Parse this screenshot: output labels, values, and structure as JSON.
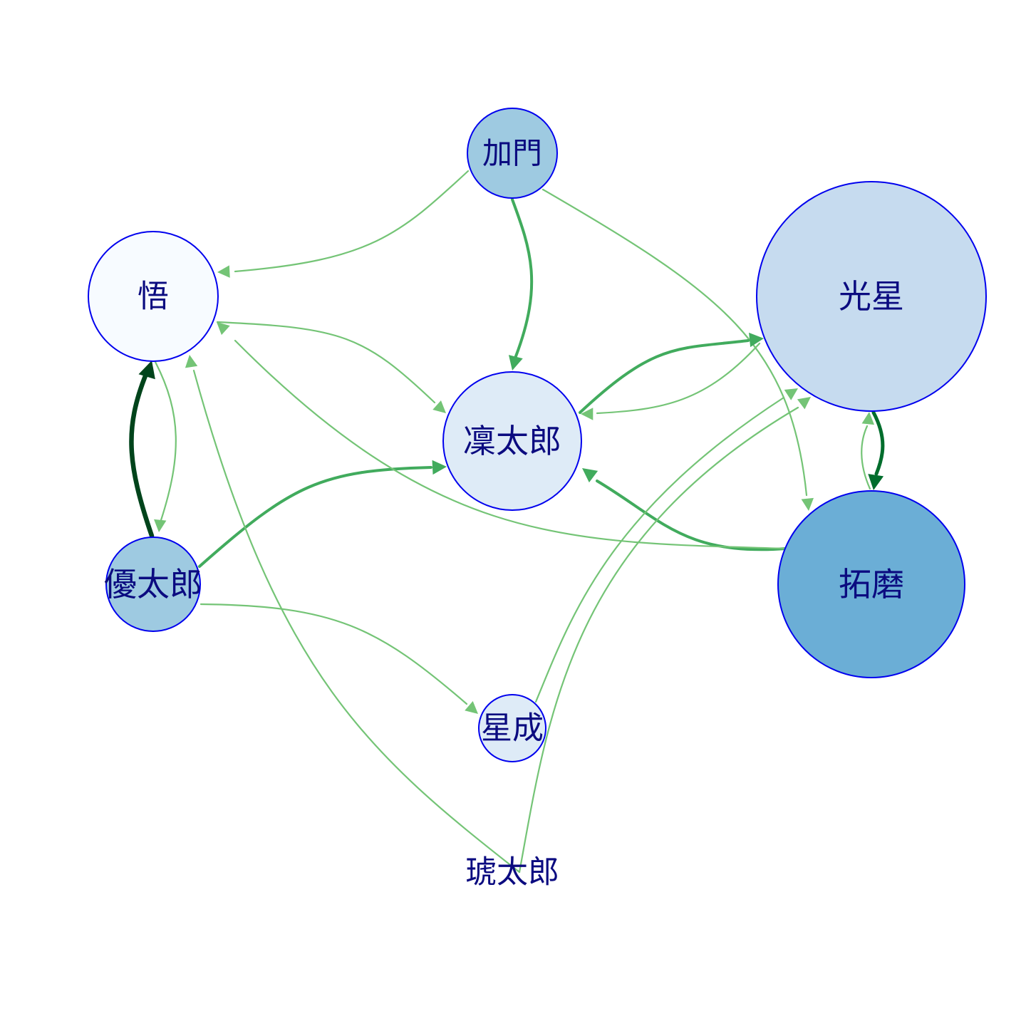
{
  "graph": {
    "nodes": [
      {
        "id": "kamon",
        "label": "加門",
        "fill": "#9ecae1"
      },
      {
        "id": "satoru",
        "label": "悟",
        "fill": "#f7fbff"
      },
      {
        "id": "koboshi",
        "label": "光星",
        "fill": "#c6dbef"
      },
      {
        "id": "rintaro",
        "label": "凜太郎",
        "fill": "#deebf7"
      },
      {
        "id": "yutaro",
        "label": "優太郎",
        "fill": "#9ecae1"
      },
      {
        "id": "takuma",
        "label": "拓磨",
        "fill": "#6baed6"
      },
      {
        "id": "seina",
        "label": "星成",
        "fill": "#deebf7"
      },
      {
        "id": "kotaro",
        "label": "琥太郎",
        "fill": "none"
      }
    ],
    "edges": [
      {
        "from": "kamon",
        "to": "satoru",
        "weight": 1,
        "color": "#74c476"
      },
      {
        "from": "kamon",
        "to": "rintaro",
        "weight": 2,
        "color": "#41ab5d"
      },
      {
        "from": "kamon",
        "to": "takuma",
        "weight": 1,
        "color": "#74c476"
      },
      {
        "from": "satoru",
        "to": "rintaro",
        "weight": 1,
        "color": "#74c476"
      },
      {
        "from": "satoru",
        "to": "yutaro",
        "weight": 1,
        "color": "#74c476"
      },
      {
        "from": "yutaro",
        "to": "satoru",
        "weight": 4,
        "color": "#00441b"
      },
      {
        "from": "yutaro",
        "to": "rintaro",
        "weight": 2,
        "color": "#41ab5d"
      },
      {
        "from": "yutaro",
        "to": "seina",
        "weight": 1,
        "color": "#74c476"
      },
      {
        "from": "rintaro",
        "to": "koboshi",
        "weight": 2,
        "color": "#41ab5d"
      },
      {
        "from": "koboshi",
        "to": "rintaro",
        "weight": 1,
        "color": "#74c476"
      },
      {
        "from": "koboshi",
        "to": "takuma",
        "weight": 3,
        "color": "#006d2c"
      },
      {
        "from": "takuma",
        "to": "koboshi",
        "weight": 1,
        "color": "#74c476"
      },
      {
        "from": "takuma",
        "to": "rintaro",
        "weight": 2,
        "color": "#41ab5d"
      },
      {
        "from": "takuma",
        "to": "satoru",
        "weight": 1,
        "color": "#74c476"
      },
      {
        "from": "seina",
        "to": "koboshi",
        "weight": 1,
        "color": "#74c476"
      },
      {
        "from": "kotaro",
        "to": "satoru",
        "weight": 1,
        "color": "#74c476"
      },
      {
        "from": "kotaro",
        "to": "koboshi",
        "weight": 1,
        "color": "#74c476"
      }
    ],
    "colors": {
      "node_border": "#0000ee",
      "label_text": "#0b0b80"
    }
  }
}
